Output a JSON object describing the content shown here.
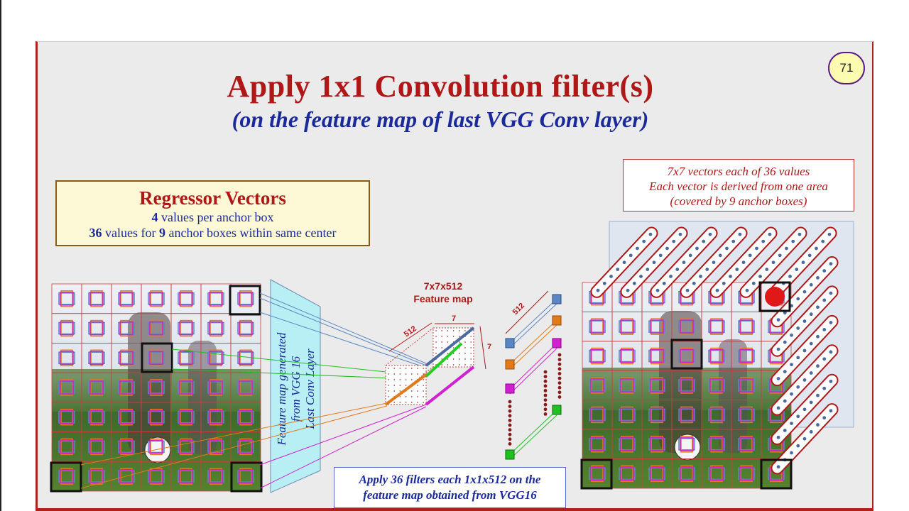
{
  "slide": {
    "page_number": "71",
    "title": "Apply 1x1 Convolution filter(s)",
    "subtitle": "(on the feature map of last VGG Conv layer)"
  },
  "regressor_box": {
    "title": "Regressor Vectors",
    "line1_num": "4",
    "line1_text": " values per anchor box",
    "line2_num1": "36",
    "line2_text1": " values for ",
    "line2_num2": "9",
    "line2_text2": " anchor boxes within same center"
  },
  "vectors_box": {
    "line1": "7x7 vectors each of 36 values",
    "line2": "Each vector is derived from one  area",
    "line3": "(covered by  9 anchor boxes)"
  },
  "feature_plane_label": {
    "line1": "Feature map generated",
    "line2": "from VGG 16",
    "line3": "Last Conv Layer"
  },
  "feature_map": {
    "title_line1": "7x7x512",
    "title_line2": "Feature map",
    "dim_depth": "512",
    "dim_width": "7",
    "dim_height": "7"
  },
  "filters": {
    "depth_label": "512"
  },
  "apply_box": {
    "line1": "Apply 36 filters each 1x1x512 on the",
    "line2": "feature map obtained from VGG16"
  },
  "colors": {
    "title_red": "#b01818",
    "subtitle_blue": "#1a2a9a",
    "filter_blue": "#5b86c4",
    "filter_orange": "#e07a1a",
    "filter_magenta": "#d020d0",
    "filter_green": "#20c020",
    "dot_maroon": "#8a1a1a"
  }
}
